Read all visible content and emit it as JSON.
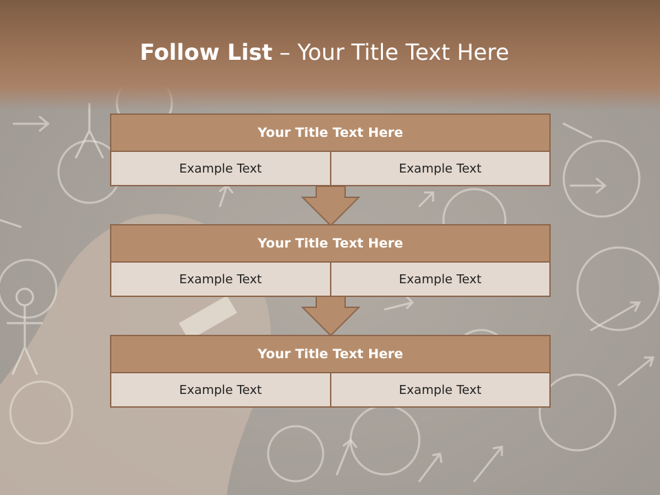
{
  "slide": {
    "title_bold": "Follow List",
    "title_sep": "–",
    "title_rest": "Your Title Text Here"
  },
  "blocks": [
    {
      "title": "Your Title Text Here",
      "left": "Example Text",
      "right": "Example Text"
    },
    {
      "title": "Your Title Text Here",
      "left": "Example Text",
      "right": "Example Text"
    },
    {
      "title": "Your Title Text Here",
      "left": "Example Text",
      "right": "Example Text"
    }
  ],
  "colors": {
    "header": "#9a7256",
    "block_title_fill": "#b68d6c",
    "block_border": "#8d674d",
    "cell_fill": "#e4d9d0"
  }
}
